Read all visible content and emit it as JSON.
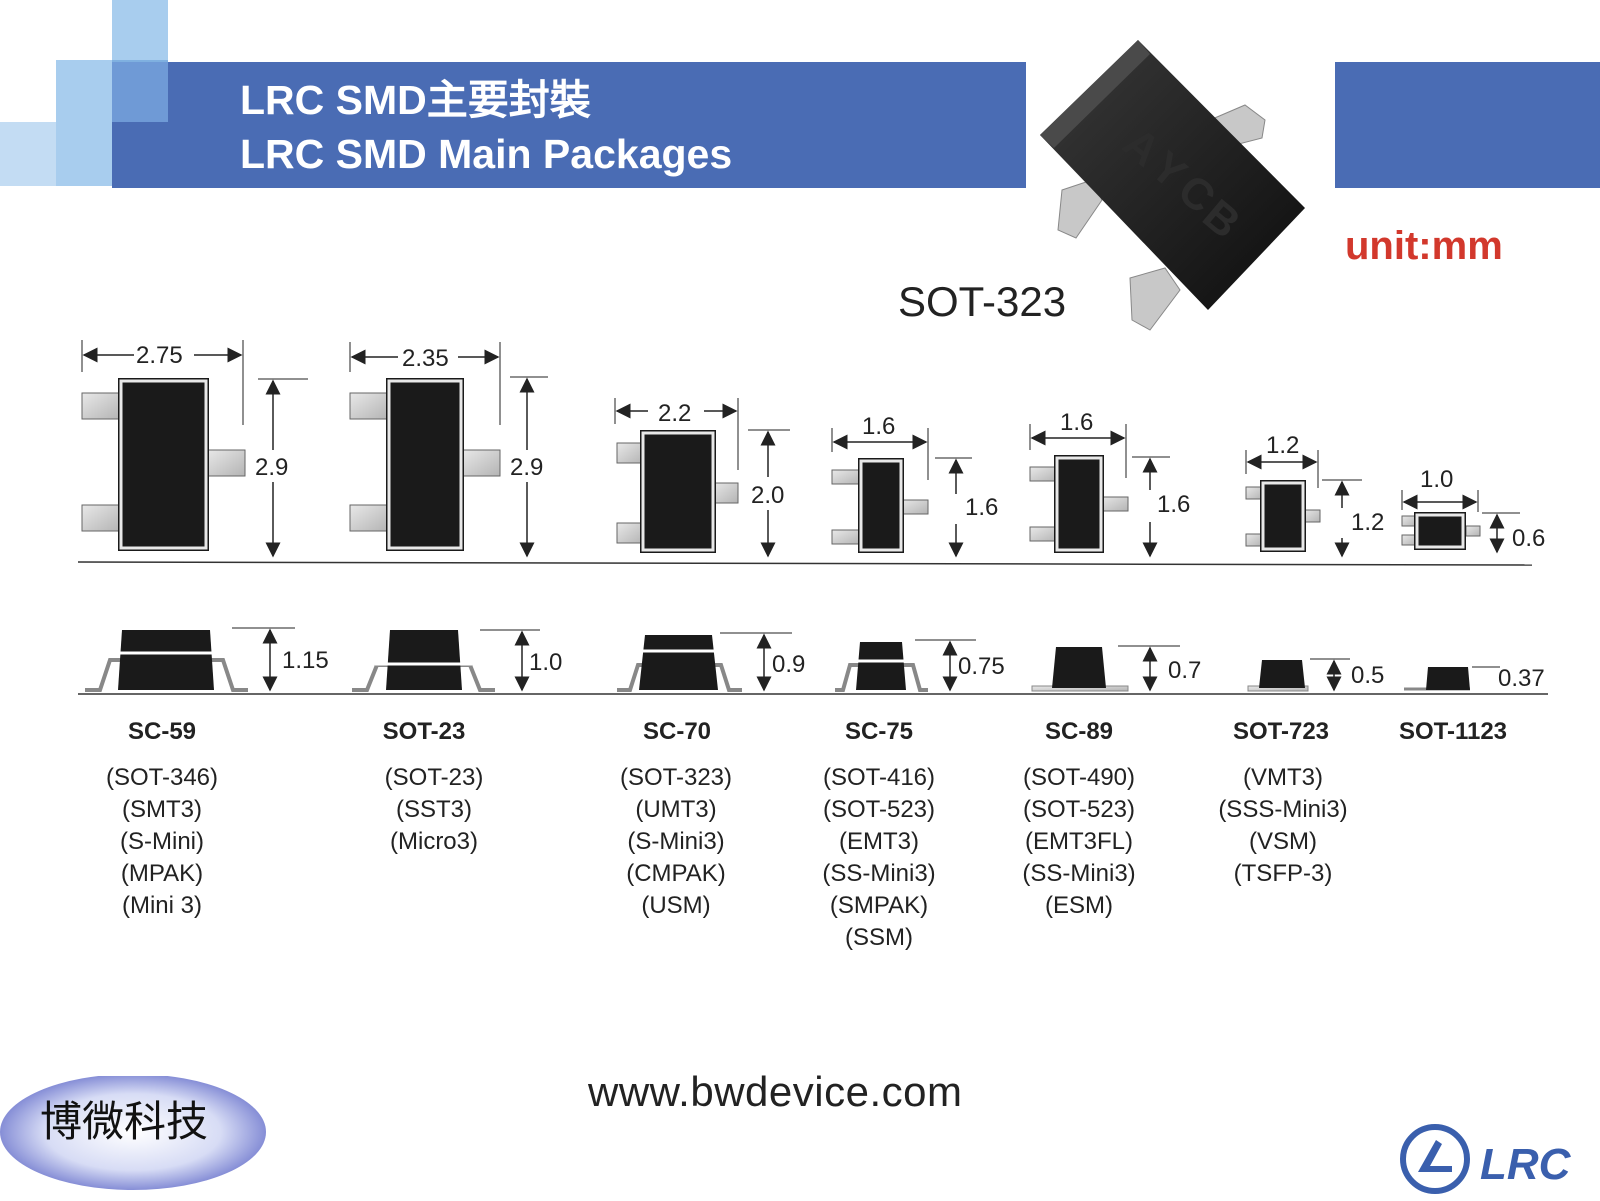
{
  "header": {
    "title_zh": "LRC SMD主要封裝",
    "title_en": "LRC SMD Main Packages"
  },
  "hero": {
    "label": "SOT-323"
  },
  "unit_label": "unit:mm",
  "colors": {
    "banner_blue": "#4a6cb4",
    "accent_red": "#d2382c",
    "package_black": "#1a1a1a"
  },
  "packages": [
    {
      "name": "SC-59",
      "width": "2.75",
      "length": "2.9",
      "height": "1.15",
      "aliases": [
        "(SOT-346)",
        "(SMT3)",
        "(S-Mini)",
        "(MPAK)",
        "(Mini 3)"
      ]
    },
    {
      "name": "SOT-23",
      "width": "2.35",
      "length": "2.9",
      "height": "1.0",
      "aliases": [
        "(SOT-23)",
        "(SST3)",
        "(Micro3)"
      ]
    },
    {
      "name": "SC-70",
      "width": "2.2",
      "length": "2.0",
      "height": "0.9",
      "aliases": [
        "(SOT-323)",
        "(UMT3)",
        "(S-Mini3)",
        "(CMPAK)",
        "(USM)"
      ]
    },
    {
      "name": "SC-75",
      "width": "1.6",
      "length": "1.6",
      "height": "0.75",
      "aliases": [
        "(SOT-416)",
        "(SOT-523)",
        "(EMT3)",
        "(SS-Mini3)",
        "(SMPAK)",
        "(SSM)"
      ]
    },
    {
      "name": "SC-89",
      "width": "1.6",
      "length": "1.6",
      "height": "0.7",
      "aliases": [
        "(SOT-490)",
        "(SOT-523)",
        "(EMT3FL)",
        "(SS-Mini3)",
        "(ESM)"
      ]
    },
    {
      "name": "SOT-723",
      "width": "1.2",
      "length": "1.2",
      "height": "0.5",
      "aliases": [
        "(VMT3)",
        "(SSS-Mini3)",
        "(VSM)",
        "(TSFP-3)"
      ]
    },
    {
      "name": "SOT-1123",
      "width": "1.0",
      "length": "0.6",
      "height": "0.37",
      "aliases": []
    }
  ],
  "footer": {
    "url": "www.bwdevice.com",
    "company_badge": "博微科技",
    "logo_text": "LRC"
  }
}
